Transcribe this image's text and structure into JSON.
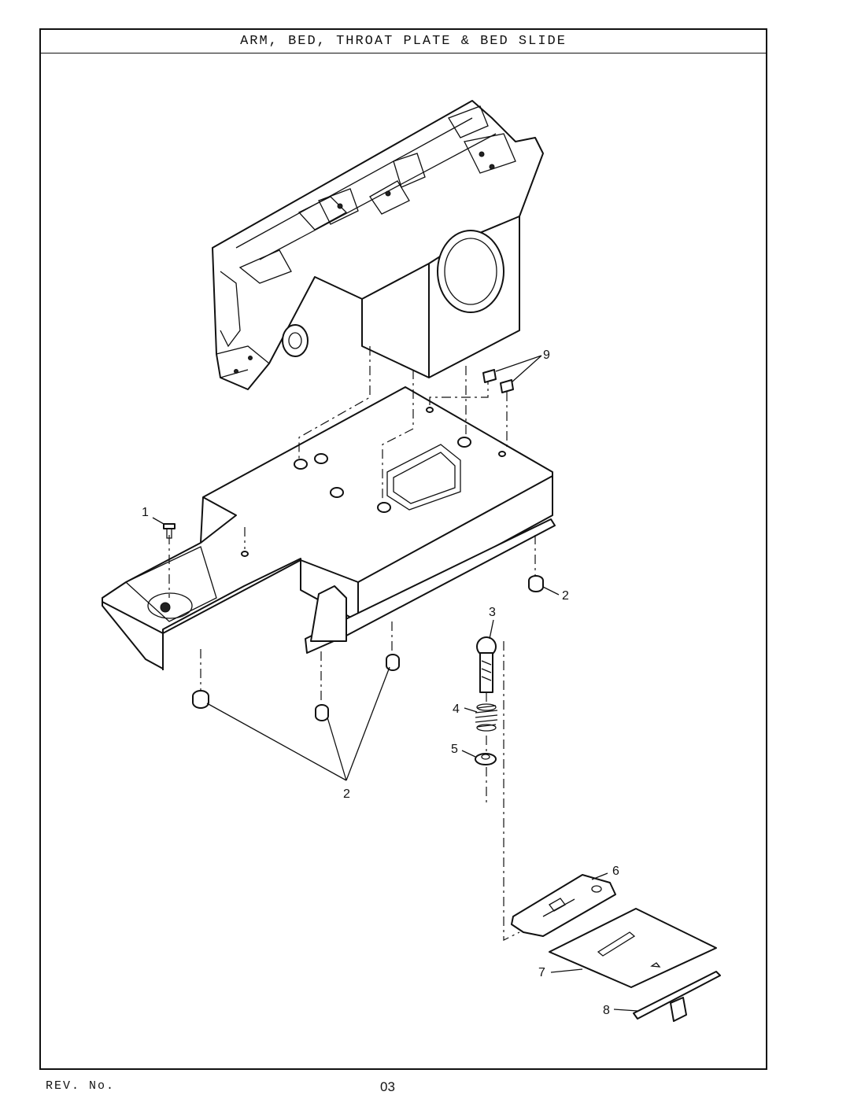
{
  "title": "ARM, BED, THROAT PLATE & BED SLIDE",
  "footer": {
    "rev_label": "REV. No.",
    "page_number": "03"
  },
  "callouts": [
    "1",
    "2",
    "3",
    "4",
    "5",
    "6",
    "7",
    "8",
    "9",
    "2"
  ]
}
